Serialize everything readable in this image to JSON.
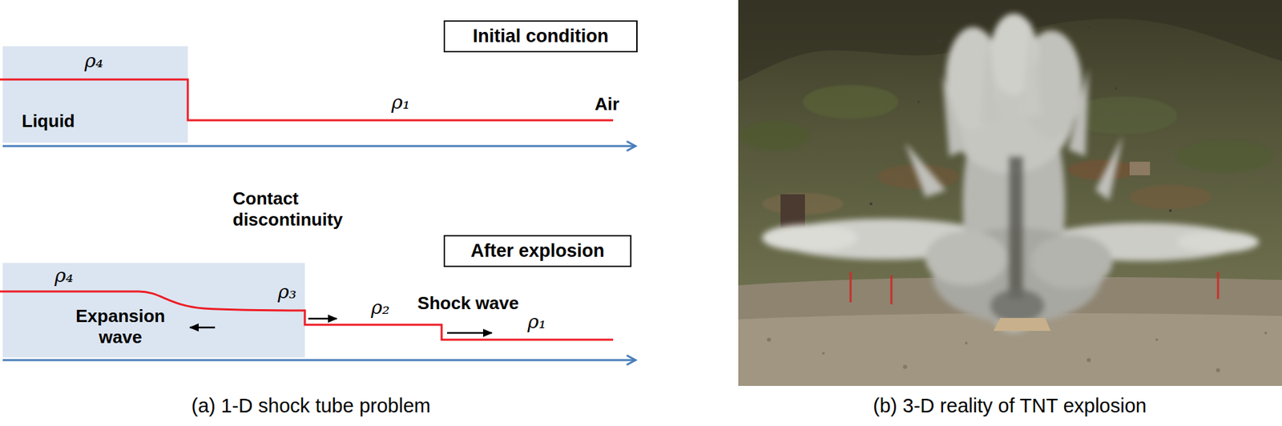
{
  "diagram": {
    "nodes": [
      {
        "text": [
          "Initial condition"
        ]
      },
      {
        "text": [
          "ρ₄",
          "Liquid"
        ]
      },
      {
        "text": [
          "After explosion"
        ]
      },
      {
        "text": [
          "ρ₄",
          "Expansion wave",
          "ρ₃"
        ]
      }
    ],
    "labels": [
      "ρ₁",
      "Air",
      "Contact discontinuity",
      "ρ₂",
      "Shock wave",
      "ρ₁",
      "(a) 1-D shock tube problem",
      "(b) 3-D reality of TNT explosion"
    ]
  }
}
